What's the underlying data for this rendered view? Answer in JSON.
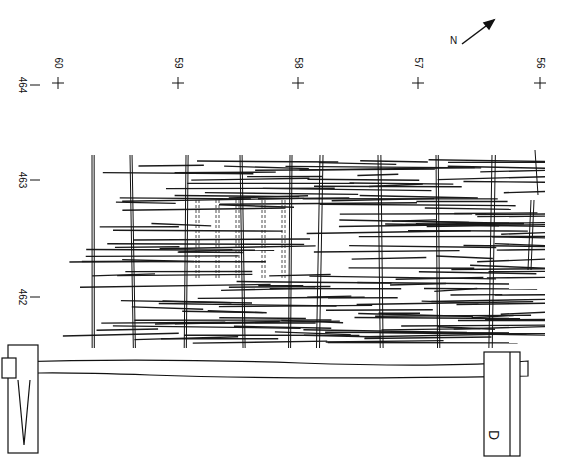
{
  "diagram": {
    "labels": [
      "N",
      "60",
      "59",
      "58",
      "57",
      "56",
      "464",
      "463",
      "462",
      "D"
    ]
  }
}
